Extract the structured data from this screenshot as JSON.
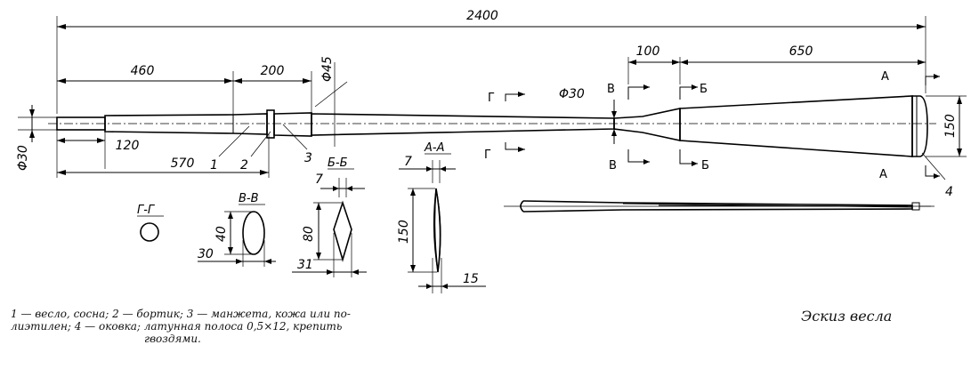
{
  "dimensions": {
    "total": "2400",
    "d460": "460",
    "d200": "200",
    "d45": "Φ45",
    "d100": "100",
    "d650": "650",
    "d30_left": "Φ30",
    "d30_mid": "Φ30",
    "d150": "150",
    "d120": "120",
    "d570": "570"
  },
  "part_numbers": [
    "1",
    "2",
    "3",
    "4"
  ],
  "section_marks": {
    "G": "Г",
    "V": "В",
    "B": "Б",
    "A": "А"
  },
  "sections": {
    "gg": {
      "title": "Г-Г"
    },
    "vv": {
      "title": "В-В",
      "height": "40",
      "width": "30"
    },
    "bb": {
      "title": "Б-Б",
      "top": "7",
      "height": "80",
      "width": "31"
    },
    "aa": {
      "title": "А-А",
      "top": "7",
      "height": "150",
      "width": "15"
    }
  },
  "caption": {
    "line1": "1 — весло, сосна; 2 — бортик; 3 — манжета, кожа или по-",
    "line2": "лиэтилен; 4 — оковка; латунная полоса 0,5×12, крепить",
    "line3": "гвоздями."
  },
  "title": "Эскиз весла"
}
